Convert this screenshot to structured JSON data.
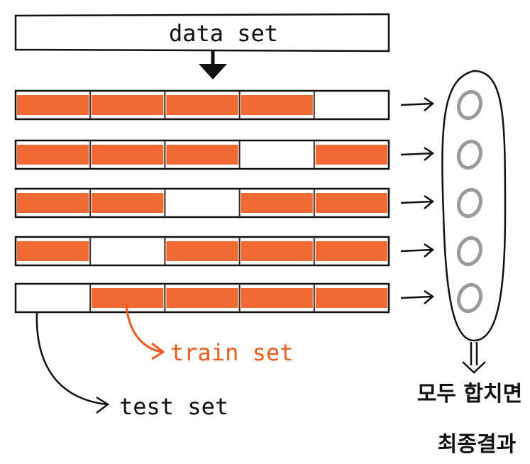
{
  "diagram": {
    "dataset_label": "data set",
    "train_label": "train set",
    "test_label": "test set",
    "result_line1": "모두 합치면",
    "result_line2": "최종결과",
    "folds": 5,
    "test_fold_index": [
      4,
      3,
      2,
      1,
      0
    ],
    "colors": {
      "train": "#f05a1e",
      "ink": "#111111",
      "score": "#9a9a9a",
      "train_label": "#f05a1e"
    }
  }
}
